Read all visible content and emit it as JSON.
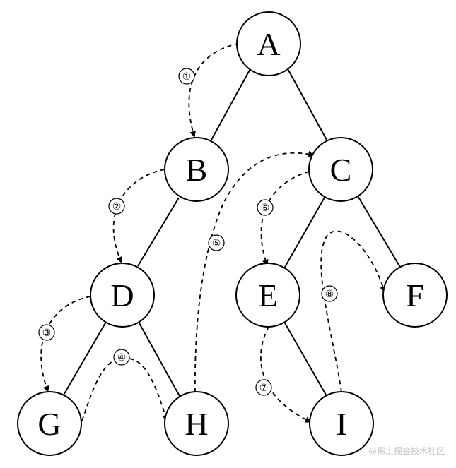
{
  "nodes": {
    "A": {
      "label": "A"
    },
    "B": {
      "label": "B"
    },
    "C": {
      "label": "C"
    },
    "D": {
      "label": "D"
    },
    "E": {
      "label": "E"
    },
    "F": {
      "label": "F"
    },
    "G": {
      "label": "G"
    },
    "H": {
      "label": "H"
    },
    "I": {
      "label": "I"
    }
  },
  "edges": [
    [
      "A",
      "B"
    ],
    [
      "A",
      "C"
    ],
    [
      "B",
      "D"
    ],
    [
      "D",
      "G"
    ],
    [
      "D",
      "H"
    ],
    [
      "C",
      "E"
    ],
    [
      "C",
      "F"
    ],
    [
      "E",
      "I"
    ]
  ],
  "traversal": [
    {
      "step": "①",
      "from": "A",
      "to": "B"
    },
    {
      "step": "②",
      "from": "B",
      "to": "D"
    },
    {
      "step": "③",
      "from": "D",
      "to": "G"
    },
    {
      "step": "④",
      "from": "G",
      "to": "H"
    },
    {
      "step": "⑤",
      "from": "H",
      "to": "C"
    },
    {
      "step": "⑥",
      "from": "C",
      "to": "E"
    },
    {
      "step": "⑦",
      "from": "E",
      "to": "I"
    },
    {
      "step": "⑧",
      "from": "I",
      "to": "F"
    }
  ],
  "watermark": "@稀土掘金技术社区"
}
